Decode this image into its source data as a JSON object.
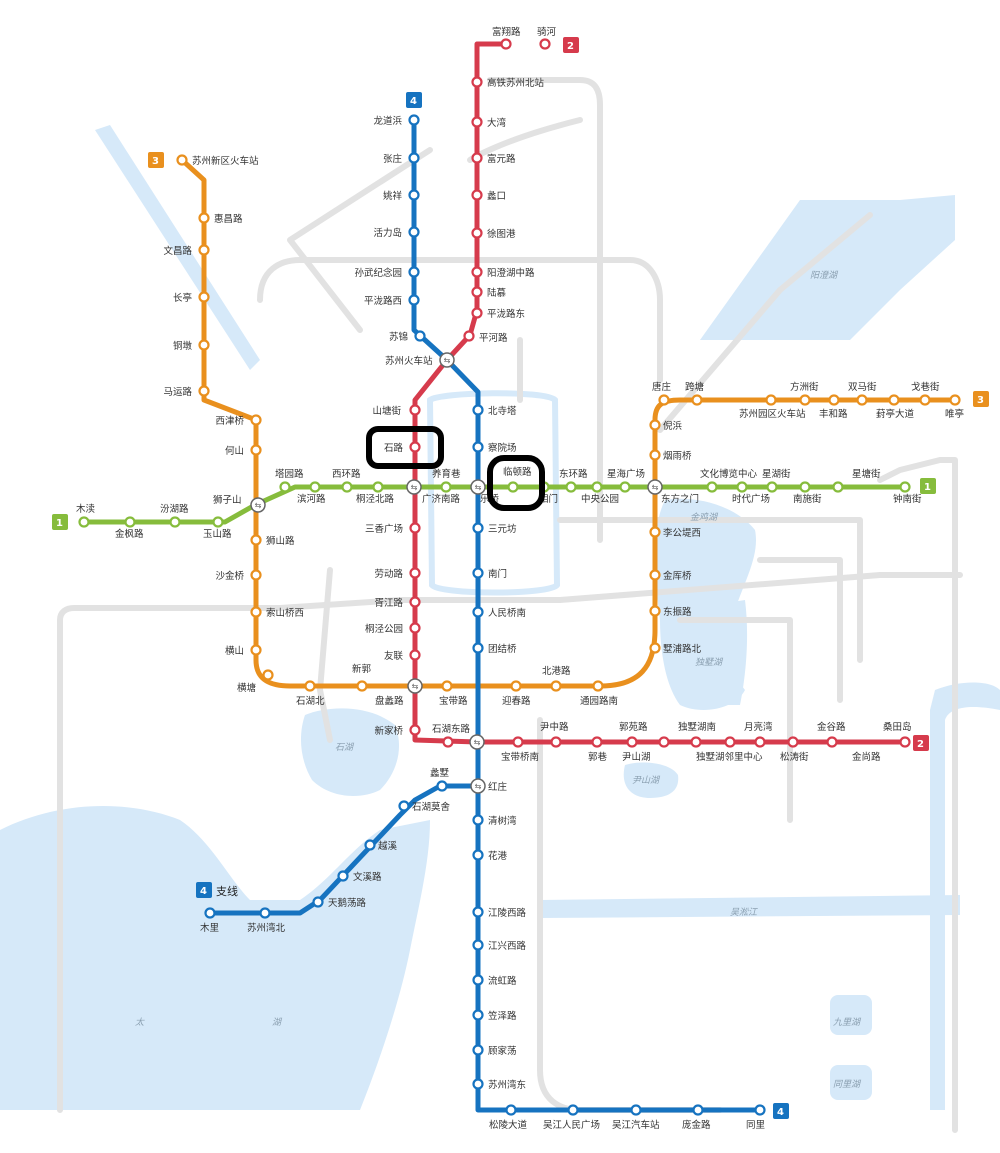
{
  "colors": {
    "line1": "#86bc3c",
    "line2": "#d63b4c",
    "line3": "#e9901e",
    "line4": "#1673c0",
    "background_lines": "#e2e2e2",
    "water": "#d6e9f9",
    "water_label": "#8a9fb0"
  },
  "lines": {
    "line1": {
      "badge": "1"
    },
    "line2": {
      "badge": "2"
    },
    "line3": {
      "badge": "3"
    },
    "line4": {
      "badge": "4",
      "branch_label": "支线"
    }
  },
  "water_labels": {
    "yangcheng": "阳澄湖",
    "jinji": "金鸡湖",
    "dushu": "独墅湖",
    "yinshan": "尹山湖",
    "shihu": "石湖",
    "taihu1": "太",
    "taihu2": "湖",
    "jiulihu": "九里湖",
    "tongli": "同里湖",
    "canal": "吴淞江"
  },
  "stations": {
    "mudu": "木渎",
    "jinfeng": "金枫路",
    "fenhu": "汾湖路",
    "yushan": "玉山路",
    "shizishan": "狮子山",
    "tayuan": "塔园路",
    "binhe": "滨河路",
    "xihuan": "西环路",
    "tongjingbei": "桐泾北路",
    "guangji": "广济南路",
    "yangyuxiang": "养育巷",
    "leqiao": "乐桥",
    "lindun": "临顿路",
    "xiangmen": "相门",
    "donghuan": "东环路",
    "zhongyang": "中央公园",
    "xinghai": "星海广场",
    "dongfang": "东方之门",
    "wenhua": "文化博览中心",
    "shidai": "时代广场",
    "xinghu": "星湖街",
    "nanshi": "南施街",
    "xingtang": "星塘街",
    "zhongnan": "钟南街",
    "fuxiang": "富翔路",
    "qihe": "骑河",
    "gaotie": "高铁苏州北站",
    "dawan": "大湾",
    "fuyuan": "富元路",
    "lekou": "蠡口",
    "xutugang": "徐图港",
    "yangcheng_zhong": "阳澄湖中路",
    "lumu": "陆慕",
    "pinglong_e": "平泷路东",
    "pinghe": "平河路",
    "suzhou_hc": "苏州火车站",
    "shantang": "山塘街",
    "shilu": "石路",
    "sanxiang": "三香广场",
    "laodong": "劳动路",
    "xujiang": "胥江路",
    "tongjing_gy": "桐泾公园",
    "youlian": "友联",
    "panli": "盘蠡路",
    "xinjiaqiao": "新家桥",
    "shihudong": "石湖东路",
    "baodai_qn": "宝带桥南",
    "yinzhong": "尹中路",
    "guoxiang": "郭巷",
    "guoyuan": "郭苑路",
    "yinshanhu": "尹山湖",
    "dushu_nan": "独墅湖南",
    "dushu_ll": "独墅湖邻里中心",
    "yueliang": "月亮湾",
    "songtao": "松涛街",
    "jingu": "金谷路",
    "jinshang": "金尚路",
    "sangtian": "桑田岛",
    "suzhou_xq": "苏州新区火车站",
    "huichang": "惠昌路",
    "wenchang": "文昌路",
    "changting": "长亭",
    "tongdun": "铜墩",
    "mayun": "马运路",
    "xijin": "西津桥",
    "heshan": "何山",
    "shishan": "狮山路",
    "shajin": "沙金桥",
    "jiashan_x": "索山桥西",
    "hengshan": "横山",
    "hengtang": "横塘",
    "shihubei": "石湖北",
    "xinguo": "新郭",
    "baodai": "宝带路",
    "yingchun": "迎春路",
    "beigang": "北港路",
    "tongyuan_n": "通园路南",
    "gesheng": "葑亭大道",
    "houlu": "东振路",
    "lishan": "李公堤西",
    "jinhu": "金厍桥",
    "dongzhen": "东振路",
    "jishuzhi": "墅浦路北",
    "nanzhuang": "唐庄",
    "kuatang": "跨塘",
    "sipark_rail": "苏州园区火车站",
    "fangzhou": "方洲街",
    "fenghe": "丰和路",
    "shuangma": "双马街",
    "fengting": "葑亭大道",
    "gewei": "戈巷街",
    "weiting": "唯亭",
    "nibang": "倪浜",
    "yanyu": "烟雨桥",
    "longdao": "龙道浜",
    "zhangzhuang": "张庄",
    "yaoxiang": "姚祥",
    "huoli": "活力岛",
    "sunwu": "孙武纪念园",
    "pinglong_w": "平泷路西",
    "suxi": "苏锦",
    "beisi": "北寺塔",
    "chayuan": "察院场",
    "sanyuan": "三元坊",
    "nanmen": "南门",
    "renmin_n": "人民桥南",
    "tuanjie": "团结桥",
    "hongzhuang": "红庄",
    "lishu": "蠡墅",
    "qingshu": "清树湾",
    "huagang": "花港",
    "jiangling_w": "江陵西路",
    "jiangxing_w": "江兴西路",
    "liuhong": "流虹路",
    "lize": "笠泽路",
    "gujiadang": "顾家荡",
    "wanwan": "苏州湾东",
    "songling": "松陵大道",
    "wujiang_rm": "吴江人民广场",
    "wujiang_qc": "吴江汽车站",
    "pangjin": "庞金路",
    "tongli_st": "同里",
    "shihu_ym": "石湖莫舍",
    "yuexi": "越溪",
    "wenxi": "文溪路",
    "tiane": "天鹅荡路",
    "szwan_n": "苏州湾北",
    "muli": "木里"
  }
}
